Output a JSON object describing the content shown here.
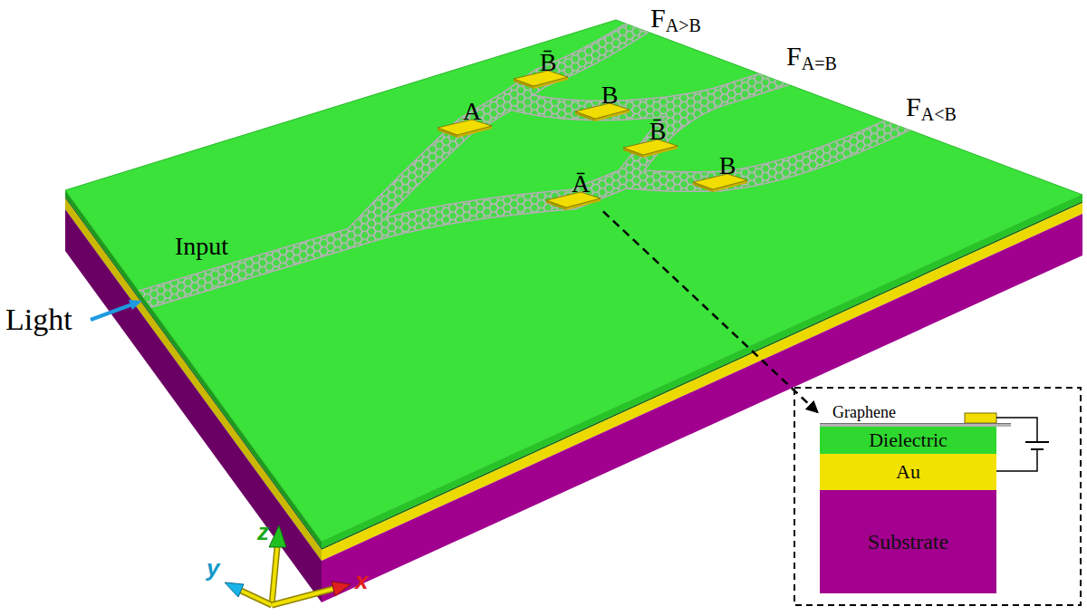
{
  "diagram": {
    "nodes": [
      {
        "text": [
          "B̄"
        ]
      },
      {
        "text": [
          "A"
        ]
      },
      {
        "text": [
          "B"
        ]
      },
      {
        "text": [
          "B̄"
        ]
      },
      {
        "text": [
          "Ā"
        ]
      },
      {
        "text": [
          "B"
        ]
      },
      {
        "text": [
          "Graphene"
        ]
      },
      {
        "text": [
          "Dielectric"
        ]
      },
      {
        "text": [
          "Au"
        ]
      },
      {
        "text": [
          "Substrate"
        ]
      }
    ],
    "edges": [
      {
        "from": 4,
        "to": 6,
        "arrow": "to"
      }
    ],
    "labels": [
      "FA>B",
      "FA=B",
      "FA<B",
      "Input",
      "Light",
      "z",
      "y",
      "x"
    ]
  }
}
